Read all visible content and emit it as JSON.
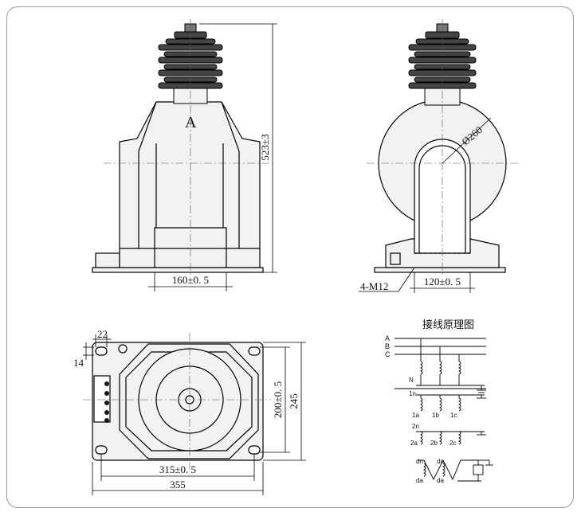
{
  "front_view": {
    "letter": "A",
    "height_dim": "523±3",
    "base_width_dim": "160±0. 5"
  },
  "side_view": {
    "diameter_dim": "Ø260",
    "bolt_label": "4-M12",
    "width_dim": "120±0. 5"
  },
  "plan_view": {
    "dim_top": "22",
    "dim_left": "14",
    "dim_inner_h": "200±0. 5",
    "dim_outer_h": "245",
    "dim_inner_w": "315±0. 5",
    "dim_outer_w": "355"
  },
  "wiring": {
    "title": "接线原理图",
    "phases": [
      "A",
      "B",
      "C"
    ],
    "neutral": "N",
    "primary_n": "1n",
    "primary": [
      "1a",
      "1b",
      "1c"
    ],
    "secondary_n": "2n",
    "secondary": [
      "2a",
      "2b",
      "2c"
    ],
    "residual_top": [
      "dn",
      "dn"
    ],
    "residual_bottom": [
      "da",
      "da"
    ]
  }
}
